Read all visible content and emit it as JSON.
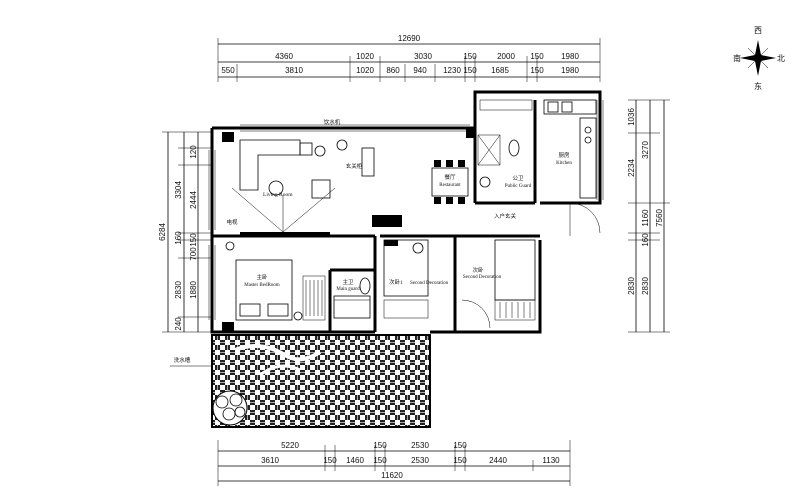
{
  "compass": {
    "north": "北",
    "south": "南",
    "east": "东",
    "west": "西"
  },
  "dims": {
    "top_total": "12690",
    "top_row1": [
      "4360",
      "1020",
      "3030",
      "150",
      "2000",
      "150",
      "1980"
    ],
    "top_row2": [
      "550",
      "3810",
      "1020",
      "860",
      "940",
      "1230",
      "150",
      "1685",
      "150",
      "1980"
    ],
    "left": [
      "120",
      "2444",
      "3304",
      "160",
      "150",
      "700",
      "1880",
      "2830",
      "6284",
      "240"
    ],
    "right": [
      "1036",
      "2234",
      "3270",
      "1160",
      "7560",
      "160",
      "2830",
      "2830"
    ],
    "bottom_row1": [
      "5220",
      "150",
      "2530",
      "150"
    ],
    "bottom_row2": [
      "3610",
      "150",
      "1460",
      "150",
      "2530",
      "150",
      "2440",
      "1130"
    ],
    "bottom_total": "11620"
  },
  "rooms": {
    "living_cn": "客厅",
    "living_en": "Living Room",
    "restaurant_cn": "餐厅",
    "restaurant_en": "Restaurant",
    "kitchen_cn": "厨房",
    "kitchen_en": "Kitchen",
    "public_guard_cn": "公卫",
    "public_guard_en": "Public Guard",
    "master_cn": "主卧",
    "master_en": "Master BedRoom",
    "main_bath_cn": "主卫",
    "main_bath_en": "Main guard",
    "second1_cn": "次卧1",
    "second1_en": "Second Decoration",
    "second2_cn": "次卧",
    "second2_en": "Second Decoration"
  },
  "labels": {
    "water_dispenser": "饮水机",
    "shoe_cabinet": "玄关柜",
    "tv_label": "电视",
    "entrance": "入户玄关",
    "sink_label": "洗水槽"
  }
}
